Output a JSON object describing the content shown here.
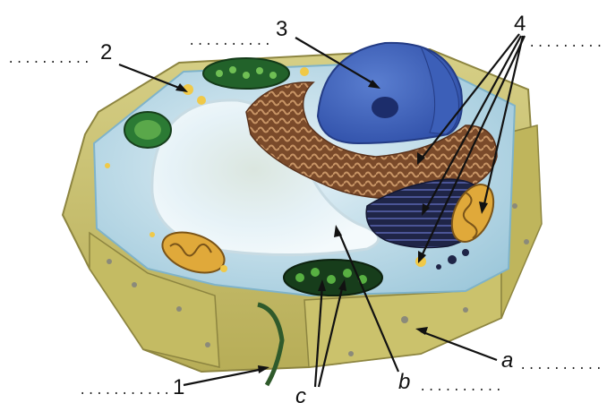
{
  "figure": {
    "labels": {
      "n1": "1",
      "n2": "2",
      "n3": "3",
      "n4": "4",
      "a": "a",
      "b": "b",
      "c": "c"
    },
    "blanks": {
      "top_left": "..........",
      "top_center": "..........",
      "top_right": "..........",
      "bottom_left": "...........",
      "bottom_center": "..........",
      "right": ".........."
    }
  }
}
